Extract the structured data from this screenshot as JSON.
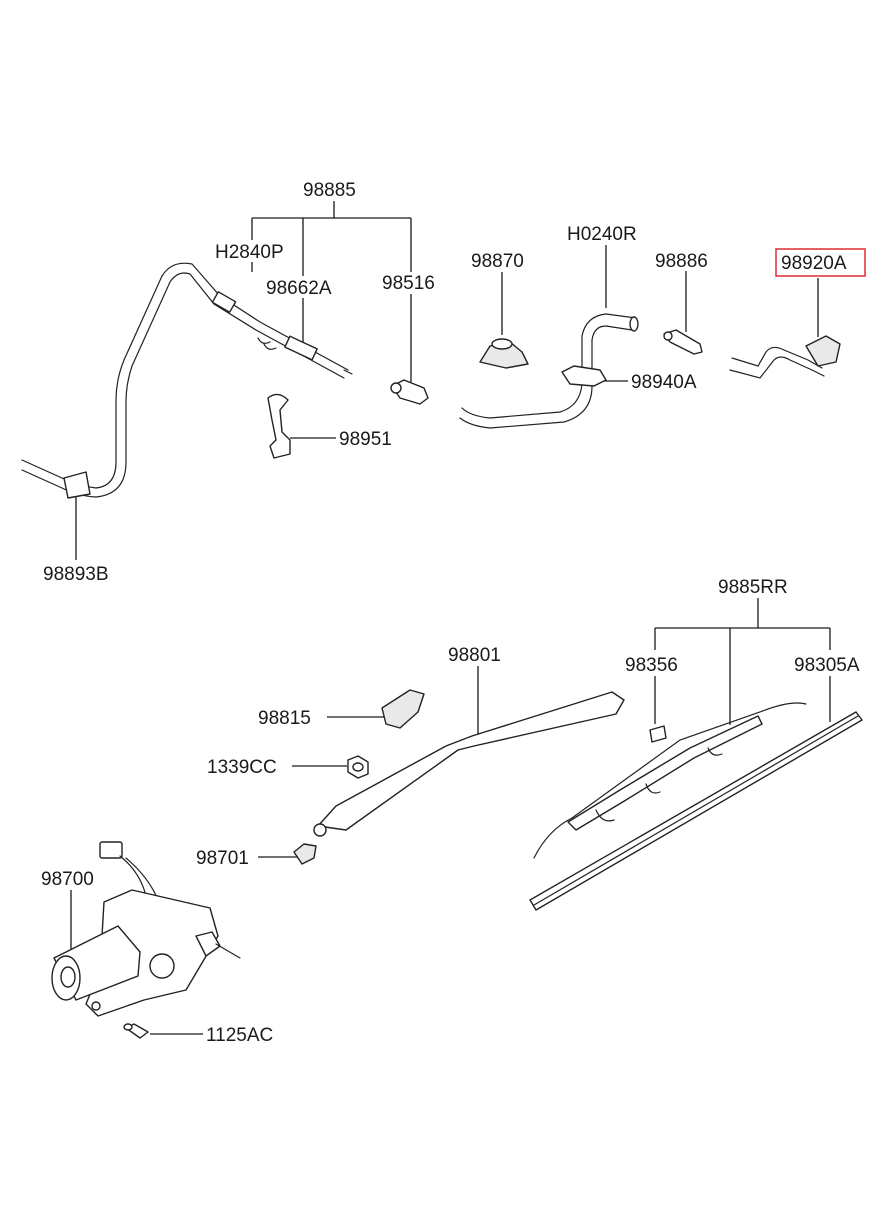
{
  "highlight_color": "#e0393e",
  "labels": {
    "p98885": "98885",
    "pH2840P": "H2840P",
    "p98662A": "98662A",
    "p98516": "98516",
    "p98870": "98870",
    "pH0240R": "H0240R",
    "p98886": "98886",
    "p98920A": "98920A",
    "p98940A": "98940A",
    "p98951": "98951",
    "p98893B": "98893B",
    "p9885RR": "9885RR",
    "p98801": "98801",
    "p98356": "98356",
    "p98305A": "98305A",
    "p98815": "98815",
    "p1339CC": "1339CC",
    "p98701": "98701",
    "p98700": "98700",
    "p1125AC": "1125AC"
  }
}
